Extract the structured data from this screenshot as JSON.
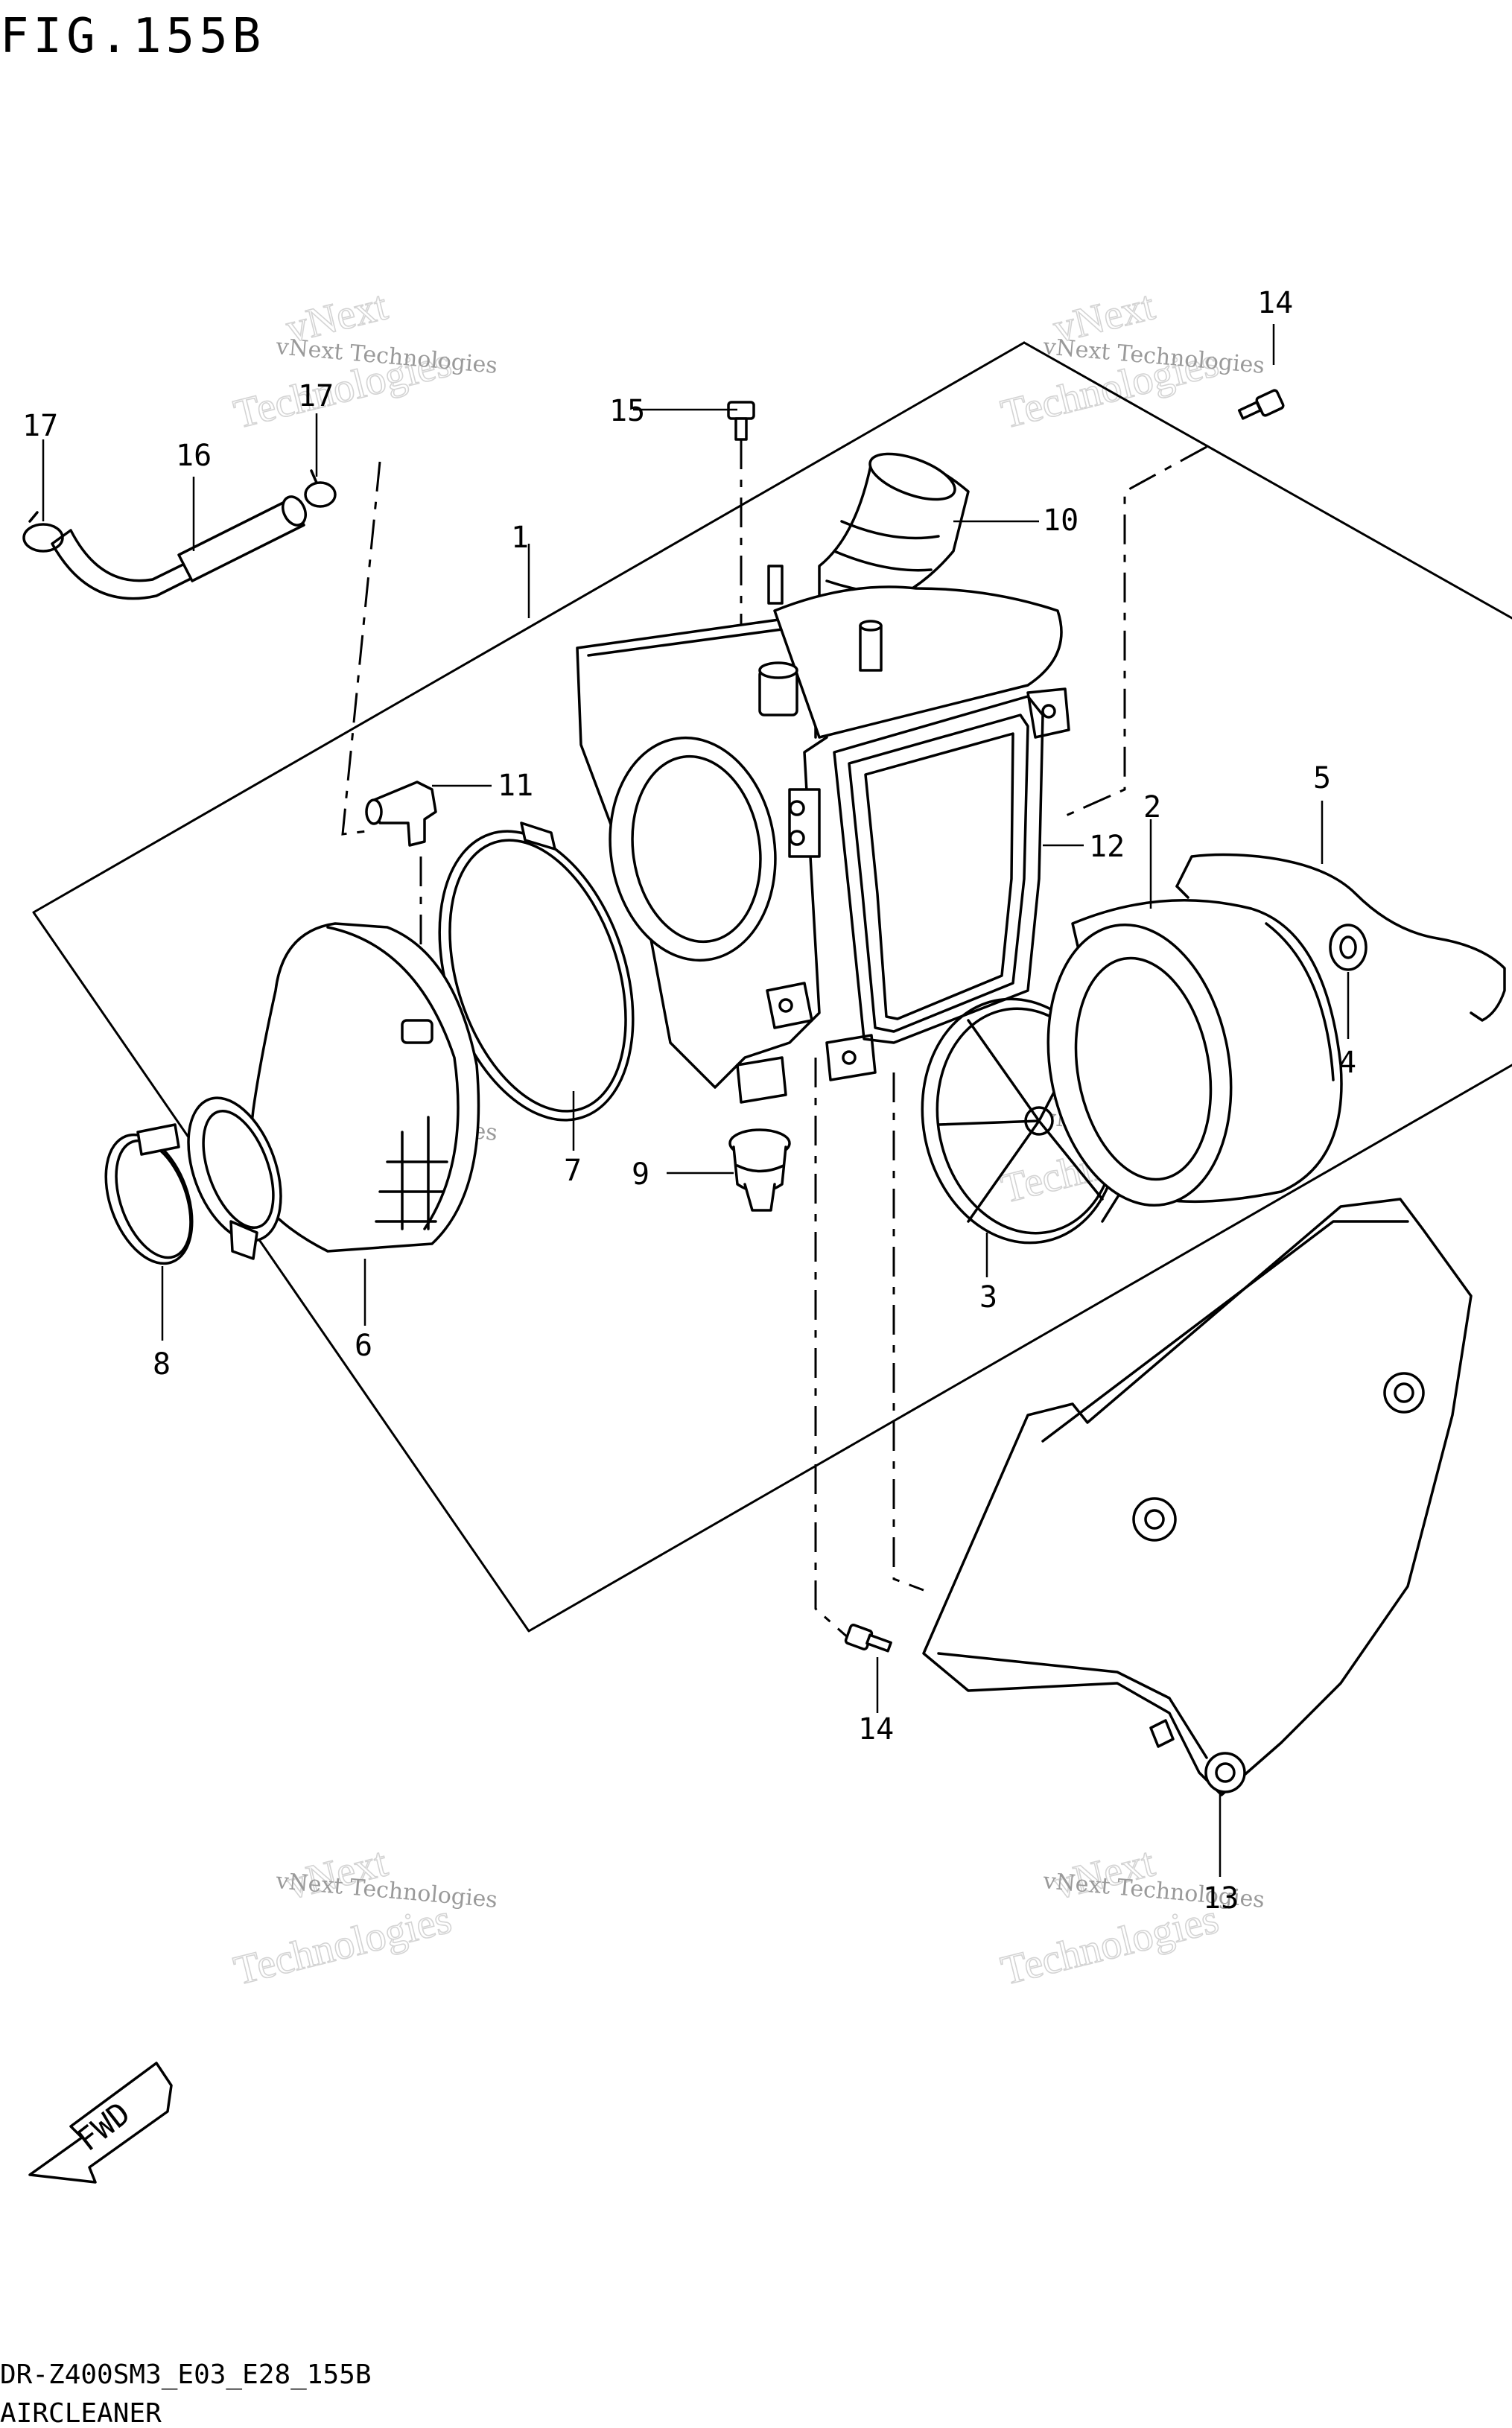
{
  "figure": {
    "title": "FIG.155B",
    "model_code": "DR-Z400SM3_E03_E28_155B",
    "section_name": "AIRCLEANER",
    "direction_label": "FWD"
  },
  "watermark": {
    "line1": "vNext Technologies",
    "line2": "vNext",
    "line3": "Technologies"
  },
  "callouts": [
    {
      "id": "1",
      "label": "1"
    },
    {
      "id": "2",
      "label": "2"
    },
    {
      "id": "3",
      "label": "3"
    },
    {
      "id": "4",
      "label": "4"
    },
    {
      "id": "5",
      "label": "5"
    },
    {
      "id": "6",
      "label": "6"
    },
    {
      "id": "7",
      "label": "7"
    },
    {
      "id": "8",
      "label": "8"
    },
    {
      "id": "9",
      "label": "9"
    },
    {
      "id": "10",
      "label": "10"
    },
    {
      "id": "11",
      "label": "11"
    },
    {
      "id": "12",
      "label": "12"
    },
    {
      "id": "13",
      "label": "13"
    },
    {
      "id": "14a",
      "label": "14"
    },
    {
      "id": "14b",
      "label": "14"
    },
    {
      "id": "15",
      "label": "15"
    },
    {
      "id": "16",
      "label": "16"
    },
    {
      "id": "17a",
      "label": "17"
    },
    {
      "id": "17b",
      "label": "17"
    }
  ]
}
